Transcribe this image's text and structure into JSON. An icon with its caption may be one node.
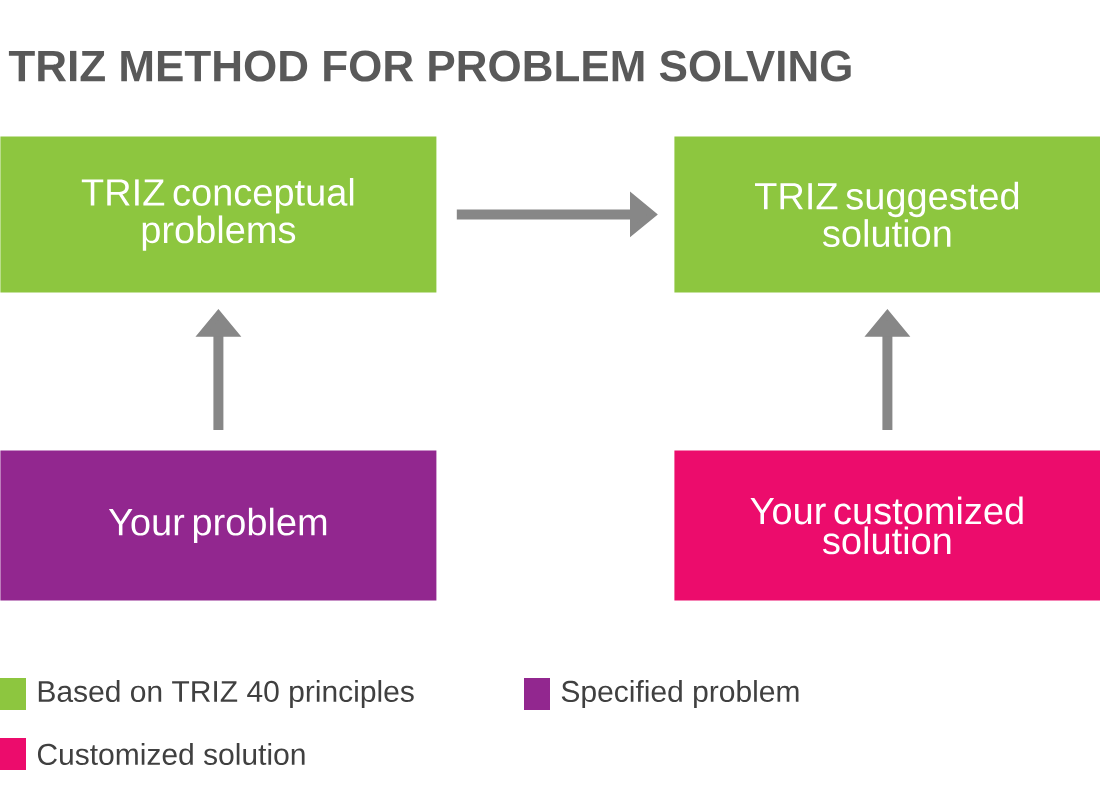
{
  "diagram": {
    "title": "TRIZ METHOD FOR PROBLEM SOLVING",
    "nodes": [
      {
        "text": [
          "TRIZ conceptual problems"
        ]
      },
      {
        "text": [
          "TRIZ suggested solution"
        ]
      },
      {
        "text": [
          "Your problem"
        ]
      },
      {
        "text": [
          "Your customized solution"
        ]
      }
    ],
    "edges": [
      {
        "from": 2,
        "to": 0,
        "arrow": "to"
      },
      {
        "from": 0,
        "to": 1,
        "arrow": "to"
      },
      {
        "from": 3,
        "to": 1,
        "arrow": "to"
      }
    ],
    "legend": [
      {
        "text": "Based on TRIZ 40 principles",
        "color": "#8dc63f"
      },
      {
        "text": "Specified problem",
        "color": "#92278f"
      },
      {
        "text": "Customized solution",
        "color": "#ec0c6c"
      }
    ]
  }
}
